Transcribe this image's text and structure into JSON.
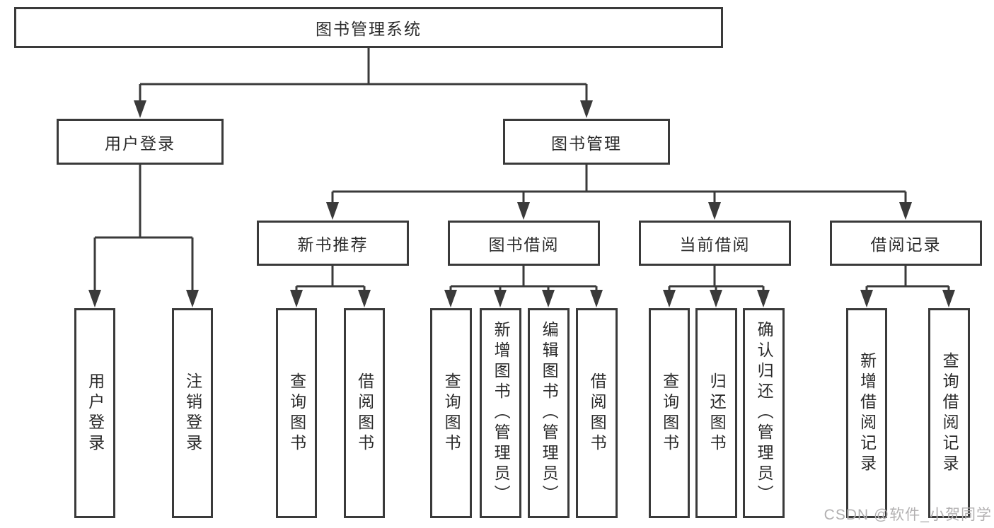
{
  "tree": {
    "root": {
      "label": "图书管理系统",
      "children": [
        {
          "label": "用户登录",
          "children": [
            {
              "label": "用户登录"
            },
            {
              "label": "注销登录"
            }
          ]
        },
        {
          "label": "图书管理",
          "children": [
            {
              "label": "新书推荐",
              "children": [
                {
                  "label": "查询图书"
                },
                {
                  "label": "借阅图书"
                }
              ]
            },
            {
              "label": "图书借阅",
              "children": [
                {
                  "label": "查询图书"
                },
                {
                  "label": "新增图书（管理员）"
                },
                {
                  "label": "编辑图书（管理员）"
                },
                {
                  "label": "借阅图书"
                }
              ]
            },
            {
              "label": "当前借阅",
              "children": [
                {
                  "label": "查询图书"
                },
                {
                  "label": "归还图书"
                },
                {
                  "label": "确认归还（管理员）"
                }
              ]
            },
            {
              "label": "借阅记录",
              "children": [
                {
                  "label": "新增借阅记录"
                },
                {
                  "label": "查询借阅记录"
                }
              ]
            }
          ]
        }
      ]
    }
  },
  "watermark": {
    "text": "CSDN @软件_小贺同学"
  },
  "colors": {
    "background": "#ffffff",
    "line": "#3a3a3a",
    "box_border": "#3a3a3a",
    "text": "#2b2b2b",
    "watermark": "#b2b0b1"
  }
}
